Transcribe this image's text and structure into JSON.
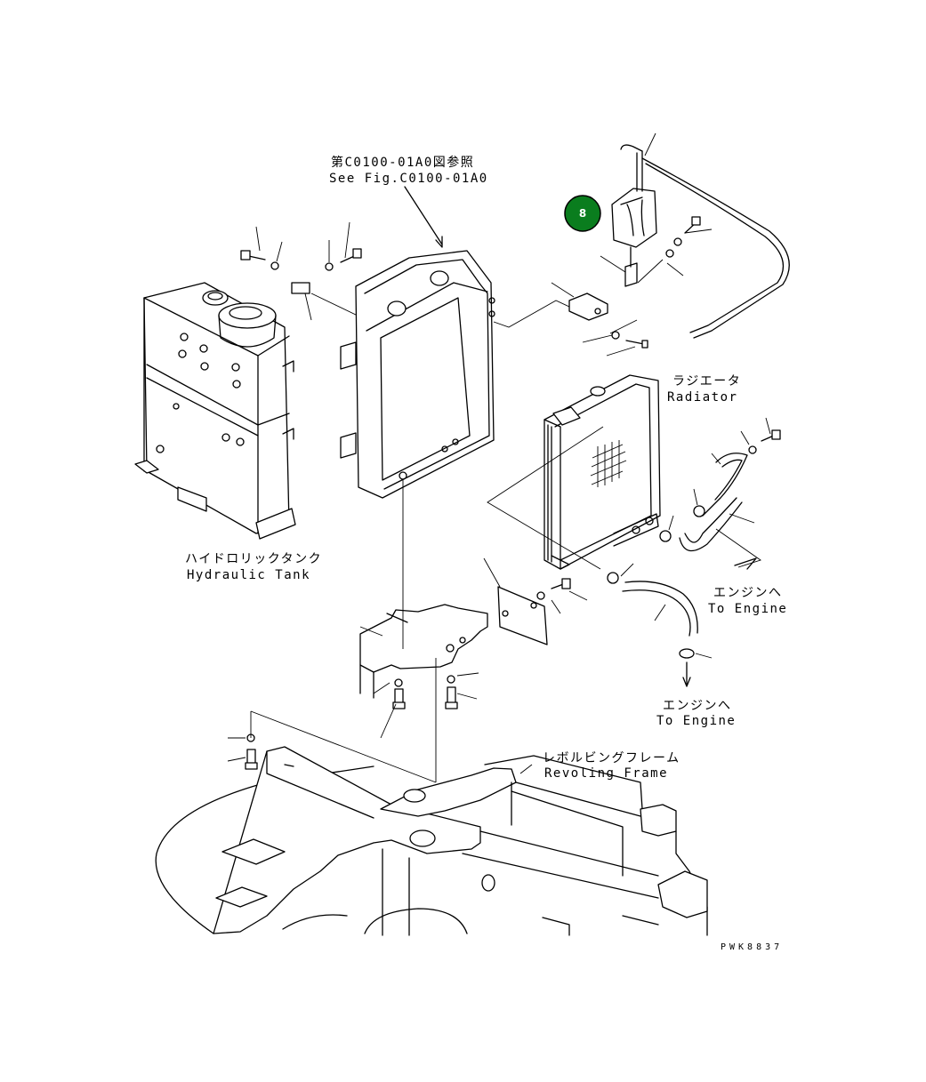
{
  "drawing": {
    "reference": {
      "ja": "第C0100-01A0図参照",
      "en": "See Fig.C0100-01A0"
    },
    "radiator": {
      "ja": "ラジエータ",
      "en": "Radiator"
    },
    "hydraulic_tank": {
      "ja": "ハイドロリックタンク",
      "en": "Hydraulic Tank"
    },
    "to_engine_1": {
      "ja": "エンジンへ",
      "en": "To Engine"
    },
    "to_engine_2": {
      "ja": "エンジンへ",
      "en": "To Engine"
    },
    "revolving_frame": {
      "ja": "レボルビングフレーム",
      "en": "Revoling Frame"
    },
    "drawing_code": "PWK8837"
  },
  "callouts": [
    {
      "number": "8",
      "color": "#0a7d1e"
    }
  ],
  "colors": {
    "line": "#000000",
    "background": "#ffffff"
  }
}
